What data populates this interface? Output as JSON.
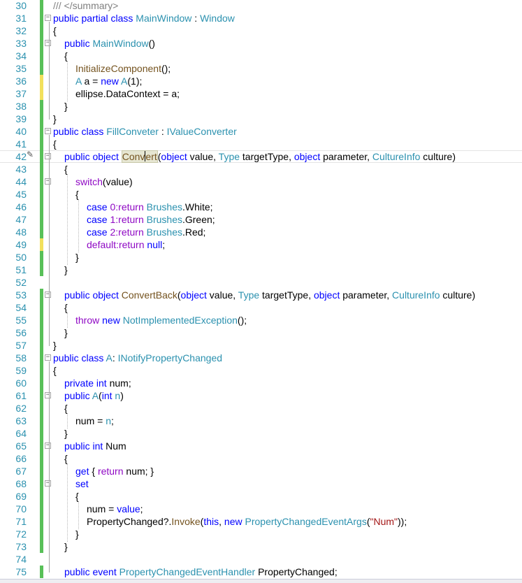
{
  "editor": {
    "line_numbers": [
      "30",
      "31",
      "32",
      "33",
      "34",
      "35",
      "36",
      "37",
      "38",
      "39",
      "40",
      "41",
      "42",
      "43",
      "44",
      "45",
      "46",
      "47",
      "48",
      "49",
      "50",
      "51",
      "52",
      "53",
      "54",
      "55",
      "56",
      "57",
      "58",
      "59",
      "60",
      "61",
      "62",
      "63",
      "64",
      "65",
      "66",
      "67",
      "68",
      "69",
      "70",
      "71",
      "72",
      "73",
      "74",
      "75"
    ],
    "code_tokens": [
      [
        "/// </summary>"
      ],
      [
        "public partial class ",
        "MainWindow",
        " : ",
        "Window"
      ],
      [
        "{"
      ],
      [
        "public ",
        "MainWindow",
        "()"
      ],
      [
        "{"
      ],
      [
        "InitializeComponent",
        "();"
      ],
      [
        "A",
        " a = ",
        "new ",
        "A",
        "(1);"
      ],
      [
        "ellipse.DataContext = ",
        "a",
        ";"
      ],
      [
        "}"
      ],
      [
        "}"
      ],
      [
        "public class ",
        "FillConveter",
        " : ",
        "IValueConverter"
      ],
      [
        "{"
      ],
      [
        "public object ",
        "Conv",
        "ert",
        "(",
        "object",
        " value, ",
        "Type",
        " targetType, ",
        "object",
        " parameter, ",
        "CultureInfo",
        " culture)"
      ],
      [
        "{"
      ],
      [
        "switch",
        "(value)"
      ],
      [
        "{"
      ],
      [
        "case ",
        "0:",
        "return ",
        "Brushes",
        ".White;"
      ],
      [
        "case ",
        "1:",
        "return ",
        "Brushes",
        ".Green;"
      ],
      [
        "case ",
        "2:",
        "return ",
        "Brushes",
        ".Red;"
      ],
      [
        "default:",
        "return ",
        "null",
        ";"
      ],
      [
        "}"
      ],
      [
        "}"
      ],
      [
        ""
      ],
      [
        "public object ",
        "ConvertBack",
        "(",
        "object",
        " value, ",
        "Type",
        " targetType, ",
        "object",
        " parameter, ",
        "CultureInfo",
        " culture)"
      ],
      [
        "{"
      ],
      [
        "throw ",
        "new ",
        "NotImplementedException",
        "();"
      ],
      [
        "}"
      ],
      [
        "}"
      ],
      [
        "public class ",
        "A",
        ": ",
        "INotifyPropertyChanged"
      ],
      [
        "{"
      ],
      [
        "private int ",
        "num;"
      ],
      [
        "public ",
        "A",
        "(",
        "int ",
        "n",
        ")"
      ],
      [
        "{"
      ],
      [
        "num = ",
        "n",
        ";"
      ],
      [
        "}"
      ],
      [
        "public int ",
        "Num"
      ],
      [
        "{"
      ],
      [
        "get",
        " { ",
        "return ",
        "num; }"
      ],
      [
        "set"
      ],
      [
        "{"
      ],
      [
        "num = ",
        "value",
        ";"
      ],
      [
        "PropertyChanged?.",
        "Invoke",
        "(",
        "this",
        ", ",
        "new ",
        "PropertyChangedEventArgs",
        "(",
        "\"Num\"",
        "));"
      ],
      [
        "}"
      ],
      [
        "}"
      ],
      [
        ""
      ],
      [
        "public event ",
        "PropertyChangedEventHandler",
        " PropertyChanged;"
      ]
    ]
  },
  "icons": {
    "edit_marker": "pencil-icon",
    "fold_toggle": "collapse-box-icon"
  },
  "colors": {
    "keyword": "#0000ff",
    "control_keyword": "#8f08c4",
    "type": "#2b91af",
    "method": "#74531f",
    "string": "#a31515",
    "comment": "#808080",
    "line_number": "#2b91af",
    "change_saved": "#58c058",
    "change_unsaved": "#f2e05b"
  }
}
